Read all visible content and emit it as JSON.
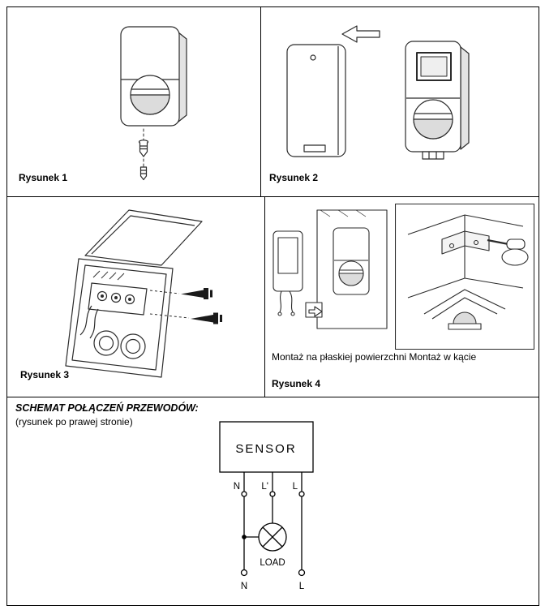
{
  "figures": {
    "fig1_label": "Rysunek 1",
    "fig2_label": "Rysunek 2",
    "fig3_label": "Rysunek 3",
    "fig4_label": "Rysunek 4",
    "fig4_caption": "Montaż na płaskiej powierzchni Montaż w kącie"
  },
  "wiring": {
    "heading": "SCHEMAT POŁĄCZEŃ PRZEWODÓW:",
    "note": "(rysunek po prawej stronie)",
    "sensor_label": "SENSOR",
    "terminal_n": "N",
    "terminal_l_switched": "L'",
    "terminal_l": "L",
    "load_label": "LOAD",
    "supply_n": "N",
    "supply_l": "L"
  }
}
